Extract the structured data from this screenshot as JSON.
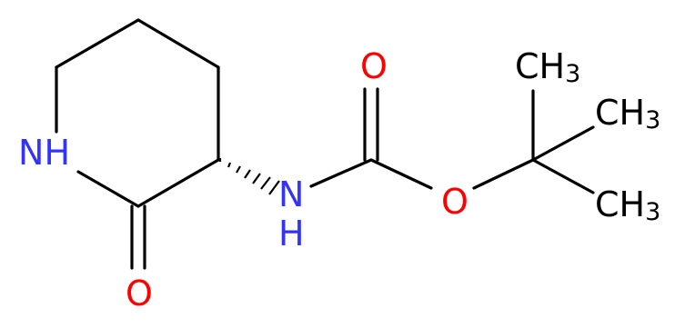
{
  "molecule": {
    "atoms": {
      "ring_nh": {
        "symbol": "N",
        "suffix": "H",
        "color": "#3333ff"
      },
      "carbonyl_o_ring": {
        "symbol": "O",
        "color": "#ff0000"
      },
      "amide_nh": {
        "symbol": "N",
        "suffix": "H",
        "color": "#3333ff"
      },
      "carbonyl_o_boc": {
        "symbol": "O",
        "color": "#ff0000"
      },
      "ester_o": {
        "symbol": "O",
        "color": "#ff0000"
      },
      "methyl_top": {
        "symbol": "CH",
        "subscript": "3",
        "color": "#000000"
      },
      "methyl_mid": {
        "symbol": "CH",
        "subscript": "3",
        "color": "#000000"
      },
      "methyl_bottom": {
        "symbol": "CH",
        "subscript": "3",
        "color": "#000000"
      }
    },
    "bond_color": "#000000",
    "stereo_bond": "hashed-wedge"
  }
}
